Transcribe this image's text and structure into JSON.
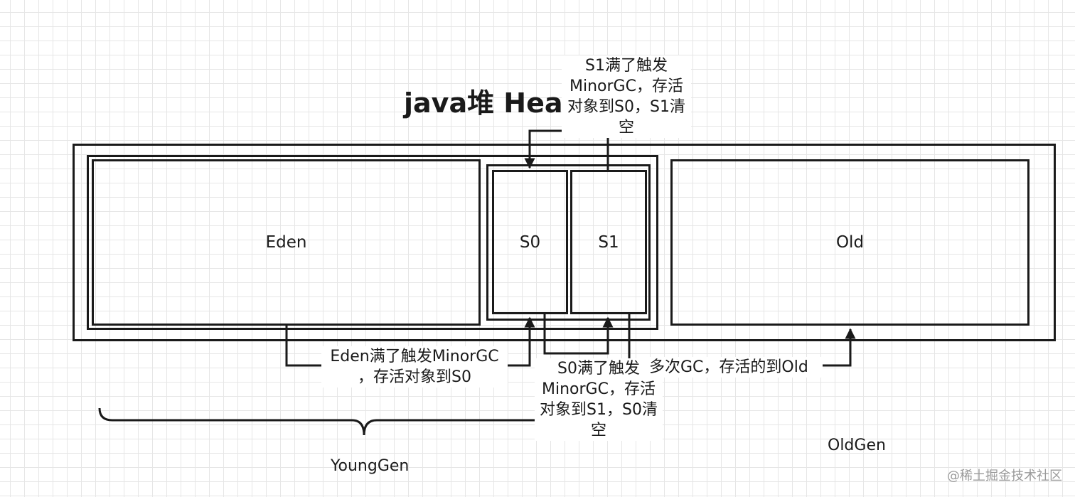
{
  "title": "java堆 Heap",
  "regions": {
    "eden": "Eden",
    "s0": "S0",
    "s1": "S1",
    "old": "Old"
  },
  "annotations": {
    "s1_full": "S1满了触发\nMinorGC，存活\n对象到S0，S1清\n空",
    "eden_full": "Eden满了触发MinorGC\n，存活对象到S0",
    "s0_full": "S0满了触发\nMinorGC，存活\n对象到S1，S0清\n空",
    "multi_gc": "多次GC，存活的到Old"
  },
  "generations": {
    "young": "YoungGen",
    "old": "OldGen"
  },
  "watermark": "@稀土掘金技术社区"
}
